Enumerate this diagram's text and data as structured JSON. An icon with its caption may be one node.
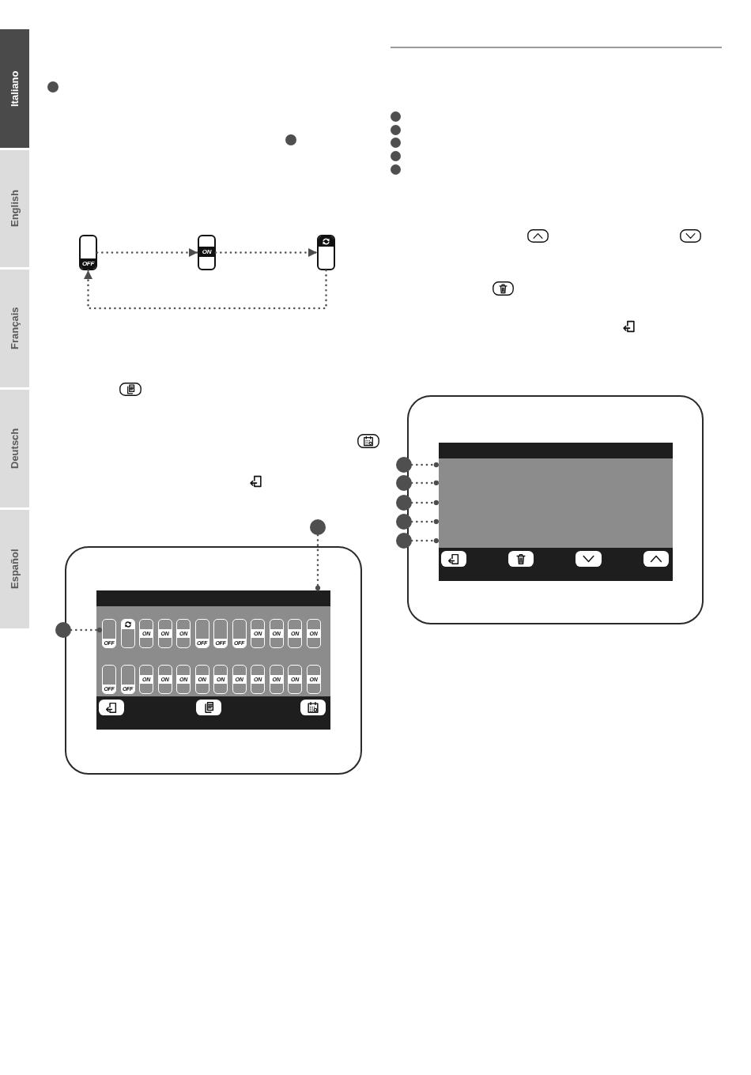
{
  "diagram": {
    "nodes": [
      {
        "text": [
          "OFF"
        ]
      },
      {
        "text": [
          "ON"
        ]
      },
      {
        "text": [],
        "shape": "box"
      },
      {
        "text": [],
        "shape": "circle"
      },
      {
        "text": [],
        "shape": "box"
      },
      {
        "text": [],
        "shape": "box",
        "in": 4
      },
      {
        "text": [
          "OFF"
        ],
        "in": 5
      },
      {
        "text": [],
        "shape": "box",
        "in": 5
      },
      {
        "text": [
          "ON"
        ],
        "in": 5
      },
      {
        "text": [
          "ON"
        ],
        "in": 5
      },
      {
        "text": [
          "ON"
        ],
        "in": 5
      },
      {
        "text": [
          "OFF"
        ],
        "in": 5
      },
      {
        "text": [
          "OFF"
        ],
        "in": 5
      },
      {
        "text": [
          "OFF"
        ],
        "in": 5
      },
      {
        "text": [
          "ON"
        ],
        "in": 5
      },
      {
        "text": [
          "ON"
        ],
        "in": 5
      },
      {
        "text": [
          "ON"
        ],
        "in": 5
      },
      {
        "text": [
          "ON"
        ],
        "in": 5
      },
      {
        "text": [
          "OFF"
        ],
        "in": 5
      },
      {
        "text": [
          "OFF"
        ],
        "in": 5
      },
      {
        "text": [
          "ON"
        ],
        "in": 5
      },
      {
        "text": [
          "ON"
        ],
        "in": 5
      },
      {
        "text": [
          "ON"
        ],
        "in": 5
      },
      {
        "text": [
          "ON"
        ],
        "in": 5
      },
      {
        "text": [
          "ON"
        ],
        "in": 5
      },
      {
        "text": [
          "ON"
        ],
        "in": 5
      },
      {
        "text": [
          "ON"
        ],
        "in": 5
      },
      {
        "text": [
          "ON"
        ],
        "in": 5
      },
      {
        "text": [
          "ON"
        ],
        "in": 5
      },
      {
        "text": [
          "ON"
        ],
        "in": 5
      },
      {
        "text": [],
        "shape": "circle"
      },
      {
        "text": [],
        "shape": "box"
      },
      {
        "text": [],
        "shape": "box",
        "in": 31
      },
      {
        "text": [],
        "shape": "circle"
      },
      {
        "text": [],
        "shape": "circle"
      },
      {
        "text": [],
        "shape": "circle"
      },
      {
        "text": [],
        "shape": "circle"
      },
      {
        "text": [],
        "shape": "circle"
      }
    ],
    "edges": [
      {
        "from": 0,
        "to": 1,
        "arrow": "to",
        "style": "dashed"
      },
      {
        "from": 1,
        "to": 2,
        "arrow": "to",
        "style": "dashed"
      },
      {
        "from": 2,
        "to": 0,
        "arrow": "to",
        "style": "dashed"
      },
      {
        "from": 3,
        "to": 5,
        "arrow": "other",
        "style": "dashed"
      },
      {
        "from": 30,
        "to": 6,
        "arrow": "other",
        "style": "dashed"
      },
      {
        "from": 33,
        "to": 32,
        "arrow": "other",
        "style": "dashed"
      },
      {
        "from": 34,
        "to": 32,
        "arrow": "other",
        "style": "dashed"
      },
      {
        "from": 35,
        "to": 32,
        "arrow": "other",
        "style": "dashed"
      },
      {
        "from": 36,
        "to": 32,
        "arrow": "other",
        "style": "dashed"
      },
      {
        "from": 37,
        "to": 32,
        "arrow": "other",
        "style": "dashed"
      }
    ],
    "labels": [
      "Italiano",
      "English",
      "Français",
      "Deutsch",
      "Español"
    ]
  }
}
